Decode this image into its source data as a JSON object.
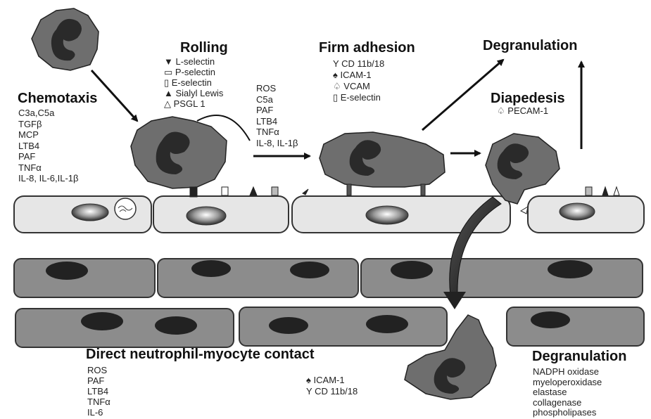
{
  "chemotaxis": {
    "title": "Chemotaxis",
    "items": [
      "C3a,C5a",
      "TGFβ",
      "MCP",
      "LTB4",
      "PAF",
      "TNFα",
      "IL-8, IL-6,IL-1β"
    ]
  },
  "rolling": {
    "title": "Rolling",
    "legend": [
      "L-selectin",
      "P-selectin",
      "E-selectin",
      "Sialyl Lewis",
      "PSGL 1"
    ]
  },
  "rolling_mediators": [
    "ROS",
    "C5a",
    "PAF",
    "LTB4",
    "TNFα",
    "IL-8, IL-1β"
  ],
  "firm_adhesion": {
    "title": "Firm adhesion",
    "legend": [
      "CD 11b/18",
      "ICAM-1",
      "VCAM",
      "E-selectin"
    ]
  },
  "degranulation_top": {
    "title": "Degranulation"
  },
  "diapedesis": {
    "title": "Diapedesis",
    "legend": [
      "PECAM-1"
    ]
  },
  "contact": {
    "title": "Direct neutrophil-myocyte contact",
    "mediators": [
      "ROS",
      "PAF",
      "LTB4",
      "TNFα",
      "IL-6"
    ],
    "legend": [
      "ICAM-1",
      "CD 11b/18"
    ]
  },
  "degranulation_bottom": {
    "title": "Degranulation",
    "enzymes": [
      "NADPH oxidase",
      "myeloperoxidase",
      "elastase",
      "collagenase",
      "phospholipases"
    ]
  },
  "colors": {
    "cell": "#6e6e6e",
    "nucleus": "#2a2a2a",
    "endothelium": "#e6e6e6",
    "myocyte": "#8c8c8c",
    "arrow": "#111111"
  }
}
